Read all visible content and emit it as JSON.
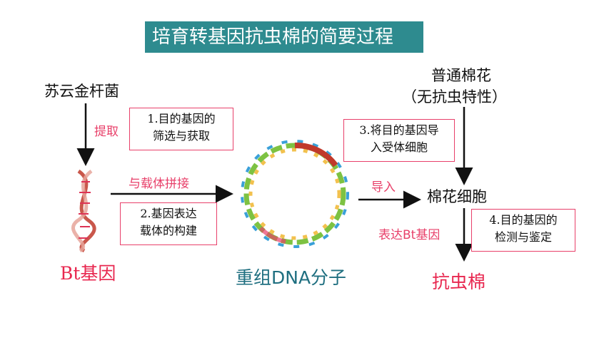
{
  "title": "培育转基因抗虫棉的简要过程",
  "nodes": {
    "bacterium": "苏云金杆菌",
    "bt_gene": "Bt基因",
    "recombinant_dna": "重组DNA分子",
    "cotton_line1": "普通棉花",
    "cotton_line2": "（无抗虫特性）",
    "cotton_cell": "棉花细胞",
    "pest_resistant_cotton": "抗虫棉"
  },
  "arrow_labels": {
    "extract": "提取",
    "ligate": "与载体拼接",
    "introduce": "导入",
    "express": "表达Bt基因"
  },
  "steps": {
    "step1_line1": "1.目的基因的",
    "step1_line2": "筛选与获取",
    "step2_line1": "2.基因表达",
    "step2_line2": "载体的构建",
    "step3_line1": "3.将目的基因导",
    "step3_line2": "入受体细胞",
    "step4_line1": "4.目的基因的",
    "step4_line2": "检测与鉴定"
  },
  "colors": {
    "title_bg": "#2e8b8f",
    "accent_red": "#e8406a",
    "teal_text": "#1f6f80"
  },
  "icons": {
    "dna_helix": "dna-helix-icon",
    "plasmid_ring": "plasmid-ring-icon"
  }
}
